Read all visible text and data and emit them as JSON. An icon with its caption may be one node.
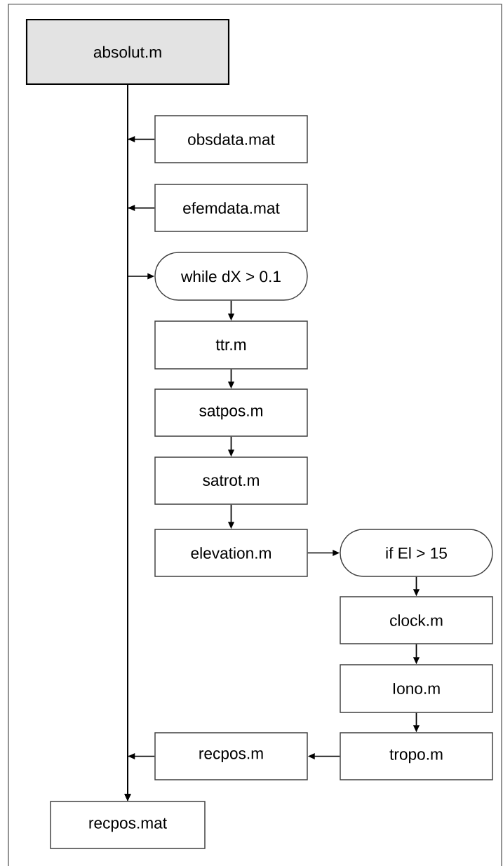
{
  "diagram": {
    "nodes": [
      {
        "text": [
          "absolut.m"
        ]
      },
      {
        "text": [
          "obsdata.mat"
        ]
      },
      {
        "text": [
          "efemdata.mat"
        ]
      },
      {
        "text": [
          "while dX > 0.1"
        ]
      },
      {
        "text": [
          "ttr.m"
        ]
      },
      {
        "text": [
          "satpos.m"
        ]
      },
      {
        "text": [
          "satrot.m"
        ]
      },
      {
        "text": [
          "elevation.m"
        ]
      },
      {
        "text": [
          "if El > 15"
        ]
      },
      {
        "text": [
          "clock.m"
        ]
      },
      {
        "text": [
          "Iono.m"
        ]
      },
      {
        "text": [
          "tropo.m"
        ]
      },
      {
        "text": [
          "recpos.m"
        ]
      },
      {
        "text": [
          "recpos.mat"
        ]
      }
    ],
    "edges": [
      {
        "from": 0,
        "to": 13,
        "arrow": "to"
      },
      {
        "from": 1,
        "to": 13,
        "arrow": "to"
      },
      {
        "from": 2,
        "to": 13,
        "arrow": "to"
      },
      {
        "from": 0,
        "to": 3,
        "arrow": "to"
      },
      {
        "from": 3,
        "to": 4,
        "arrow": "to"
      },
      {
        "from": 4,
        "to": 5,
        "arrow": "to"
      },
      {
        "from": 5,
        "to": 6,
        "arrow": "to"
      },
      {
        "from": 6,
        "to": 7,
        "arrow": "to"
      },
      {
        "from": 7,
        "to": 8,
        "arrow": "to"
      },
      {
        "from": 8,
        "to": 9,
        "arrow": "to"
      },
      {
        "from": 9,
        "to": 10,
        "arrow": "to"
      },
      {
        "from": 10,
        "to": 11,
        "arrow": "to"
      },
      {
        "from": 11,
        "to": 12,
        "arrow": "to"
      },
      {
        "from": 12,
        "to": 13,
        "arrow": "to"
      }
    ]
  }
}
